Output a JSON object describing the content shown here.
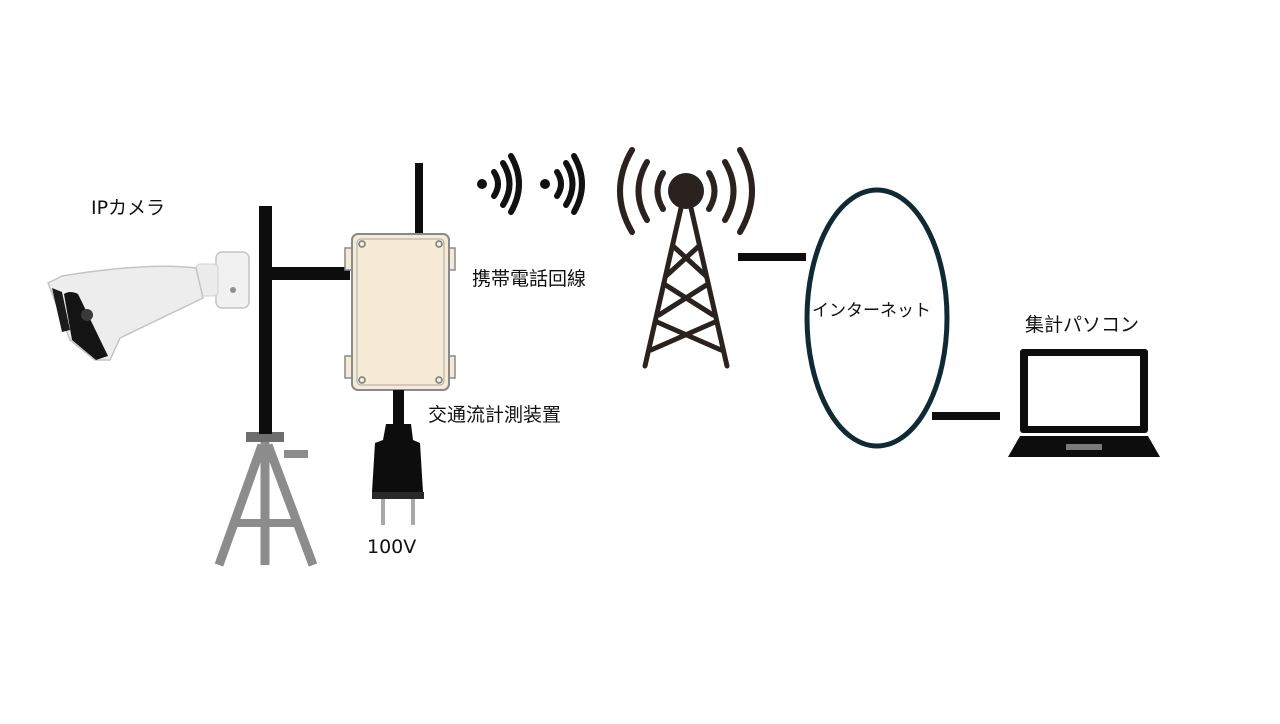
{
  "labels": {
    "camera": "IPカメラ",
    "device": "交通流計測装置",
    "power": "100V",
    "carrier": "携帯電話回線",
    "internet": "インターネット",
    "pc": "集計パソコン"
  },
  "colors": {
    "line": "#0d0d0d",
    "box_fill": "#f4ead6",
    "box_border": "#8a8a8a",
    "tripod": "#8c8c8c",
    "internet_ring": "#0f2a33",
    "tower": "#2a221f"
  },
  "icons": [
    "camera-icon",
    "tripod-icon",
    "enclosure-icon",
    "plug-icon",
    "wifi-icon",
    "tower-icon",
    "laptop-icon"
  ]
}
